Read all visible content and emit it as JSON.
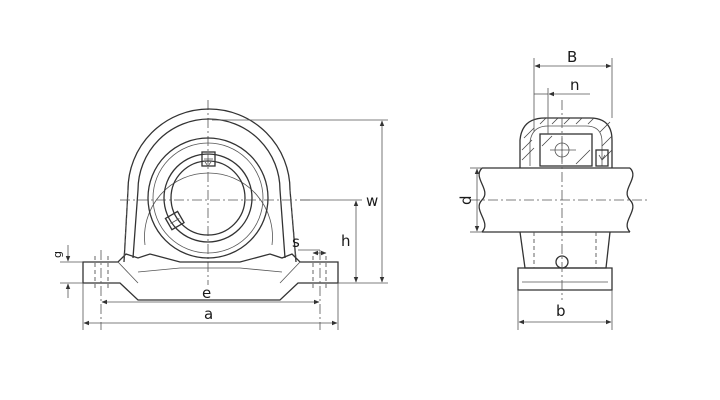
{
  "labels": {
    "a": "a",
    "e": "e",
    "w": "w",
    "h": "h",
    "s": "s",
    "g": "g",
    "B": "B",
    "n": "n",
    "d": "d",
    "b": "b"
  }
}
